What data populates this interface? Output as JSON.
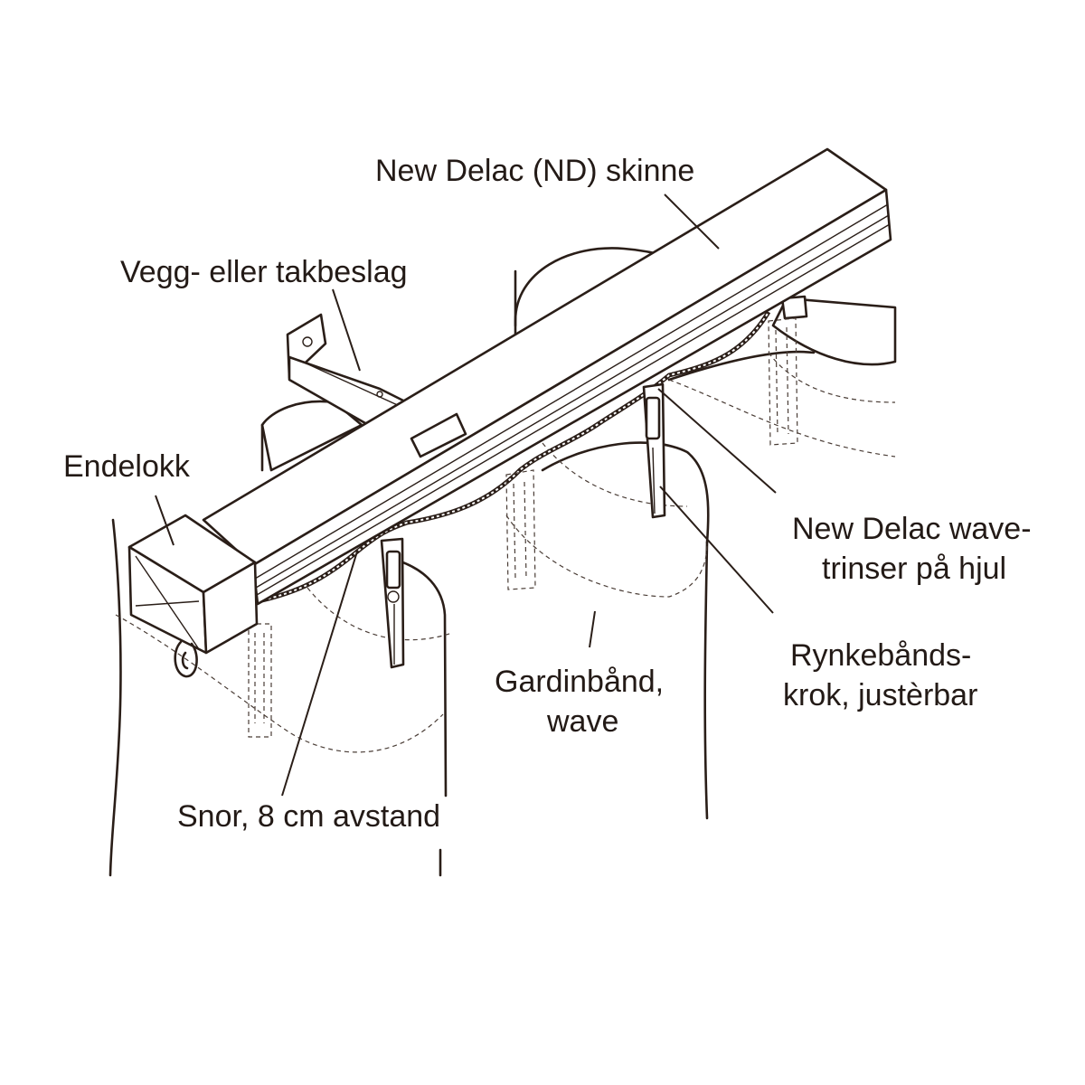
{
  "labels": {
    "rail": "New Delac (ND) skinne",
    "bracket": "Vegg- eller takbeslag",
    "end_cap": "Endelokk",
    "carrier_line1": "New Delac wave-",
    "carrier_line2": "trinser på hjul",
    "hook_line1": "Rynkebånds-",
    "hook_line2": "krok, justèrbar",
    "tape_line1": "Gardinbånd,",
    "tape_line2": "wave",
    "cord": "Snor, 8 cm avstand"
  },
  "colors": {
    "ink": "#2a1e18",
    "background": "#ffffff"
  }
}
